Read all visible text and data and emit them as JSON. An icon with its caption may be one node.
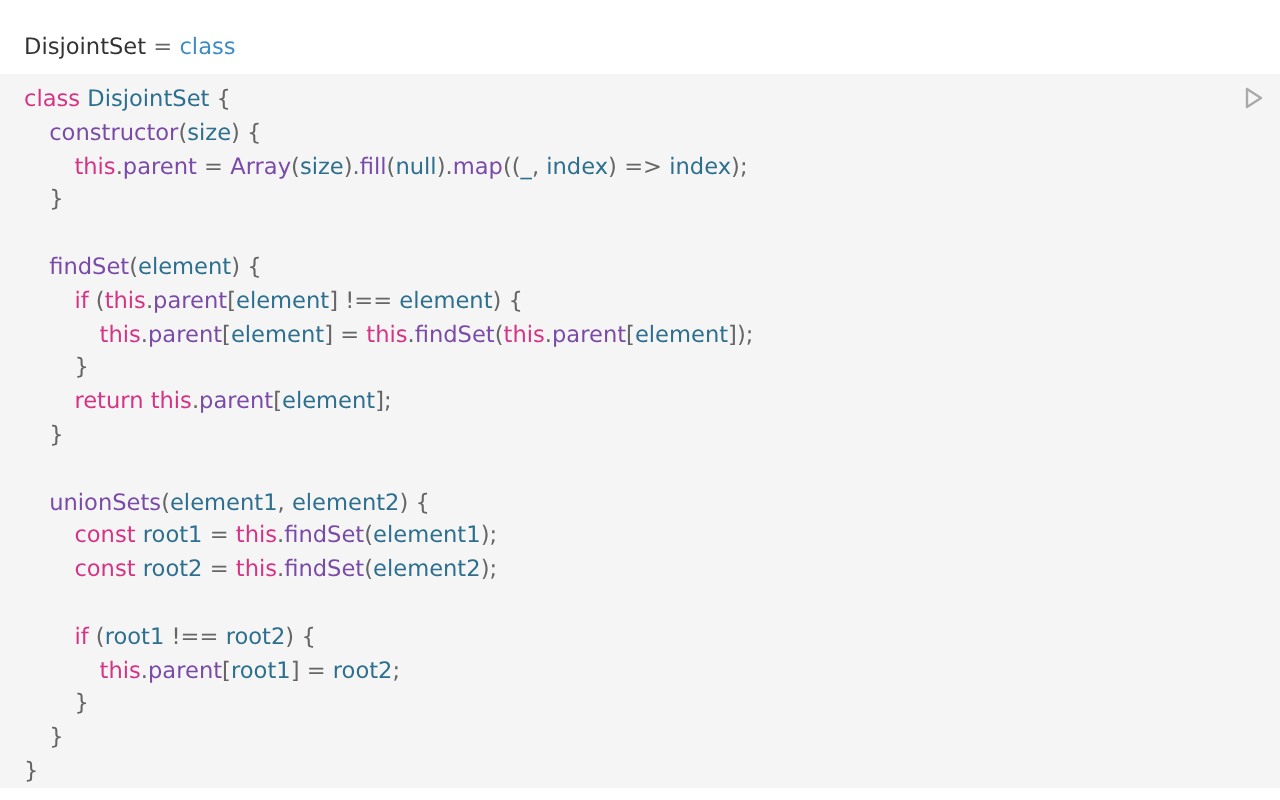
{
  "diagram": {
    "labels": [
      "DisjointSet = class",
      "class DisjointSet {",
      "  constructor(size) {",
      "    this.parent = Array(size).fill(null).map((_, index) => index);",
      "  }",
      "  findSet(element) {",
      "    if (this.parent[element] !== element) {",
      "      this.parent[element] = this.findSet(this.parent[element]);",
      "    }",
      "    return this.parent[element];",
      "  }",
      "  unionSets(element1, element2) {",
      "    const root1 = this.findSet(element1);",
      "    const root2 = this.findSet(element2);",
      "    if (root1 !== root2) {",
      "      this.parent[root1] = root2;",
      "    }",
      "  }",
      "}"
    ]
  }
}
